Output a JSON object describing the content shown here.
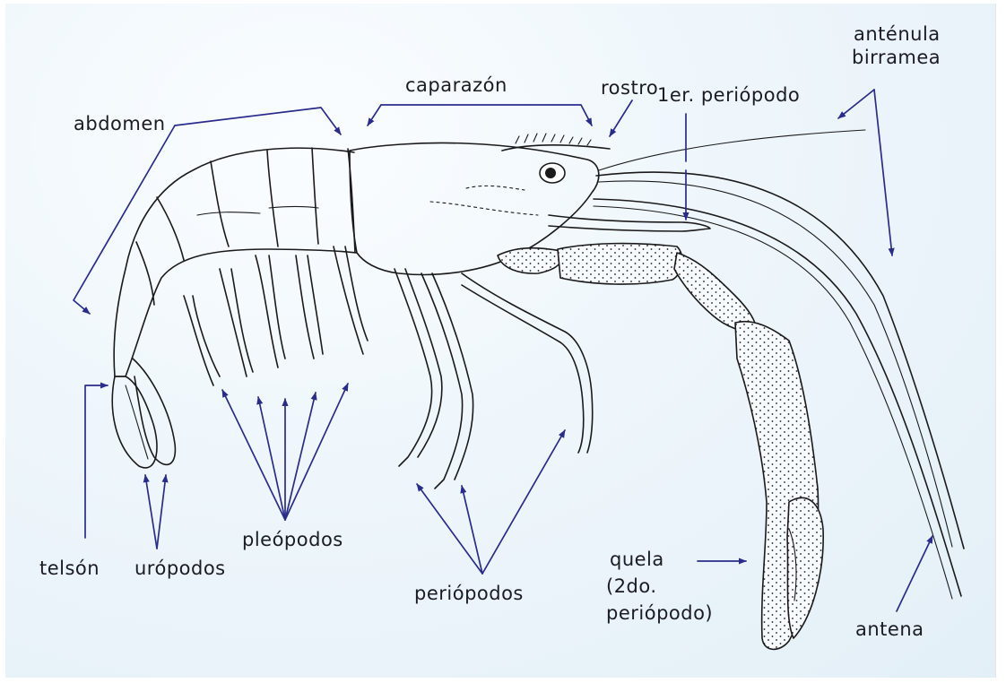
{
  "labels": {
    "abdomen": "abdomen",
    "caparazon": "caparazón",
    "rostro": "rostro",
    "periopodo1": "1er. periópodo",
    "antenula": [
      "anténula",
      "birramea"
    ],
    "telson": "telsón",
    "uropodos": "urópodos",
    "pleopodos": "pleópodos",
    "periopodos": "periópodos",
    "quela": [
      "quela",
      "(2do.",
      "periópodo)"
    ],
    "antena": "antena"
  },
  "colors": {
    "arrow": "#2a2c8c",
    "ink": "#1a1a1a",
    "paper": "#eef6fb",
    "label": "#1b1b22"
  }
}
